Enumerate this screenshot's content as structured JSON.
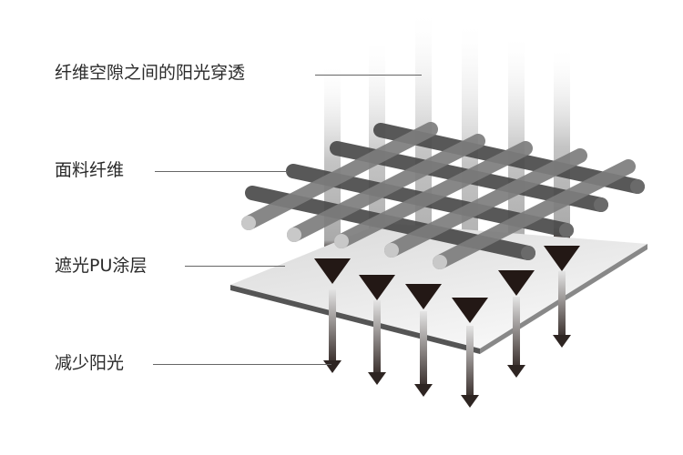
{
  "diagram": {
    "title_hidden": "",
    "labels": [
      {
        "id": "light-through-gaps",
        "text": "纤维空隙之间的阳光穿透"
      },
      {
        "id": "fabric-fiber",
        "text": "面料纤维"
      },
      {
        "id": "pu-coating",
        "text": "遮光PU涂层"
      },
      {
        "id": "reduced-light",
        "text": "减少阳光"
      }
    ],
    "beam_count": 6,
    "colors": {
      "background": "#ffffff",
      "text": "#2a2a2a",
      "leader": "#666666",
      "fiber_dark": "#4a4a4a",
      "fiber_light": "#7d7d7d",
      "fiber_end": "#c8c8c8",
      "arrow": "#231815",
      "board_top": "#e9e9e9",
      "board_edge": "#555555"
    }
  }
}
